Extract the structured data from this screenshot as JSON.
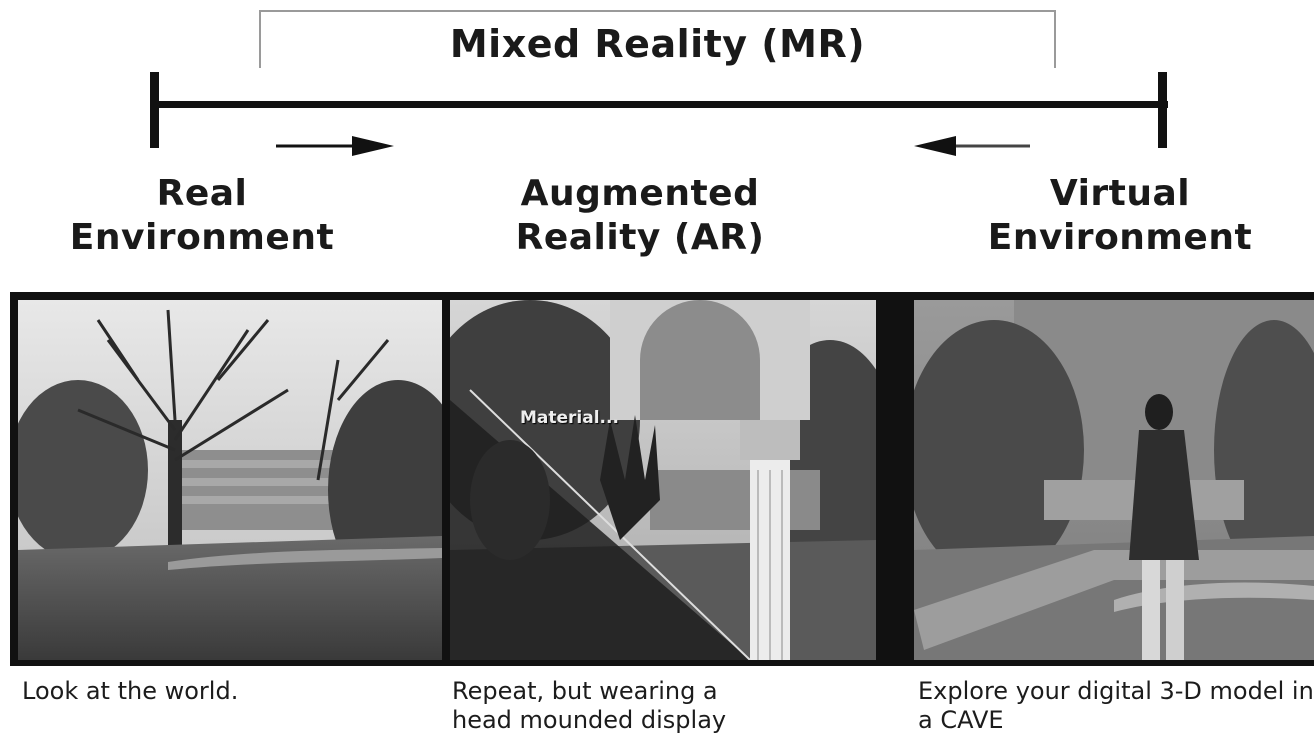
{
  "header": {
    "mr_title": "Mixed Reality (MR)"
  },
  "stages": {
    "real": {
      "line1": "Real",
      "line2": "Environment",
      "caption": "Look at the world."
    },
    "ar": {
      "line1": "Augmented",
      "line2": "Reality (AR)",
      "caption_line1": "Repeat, but wearing a",
      "caption_line2": "head mounded display",
      "overlay": "Material..."
    },
    "virtual": {
      "line1": "Virtual",
      "line2": "Environment",
      "caption_line1": "Explore your digital 3-D model in",
      "caption_line2": "a CAVE"
    }
  },
  "icons": {
    "arrow_right": "arrow-right-icon",
    "arrow_left": "arrow-left-icon"
  }
}
